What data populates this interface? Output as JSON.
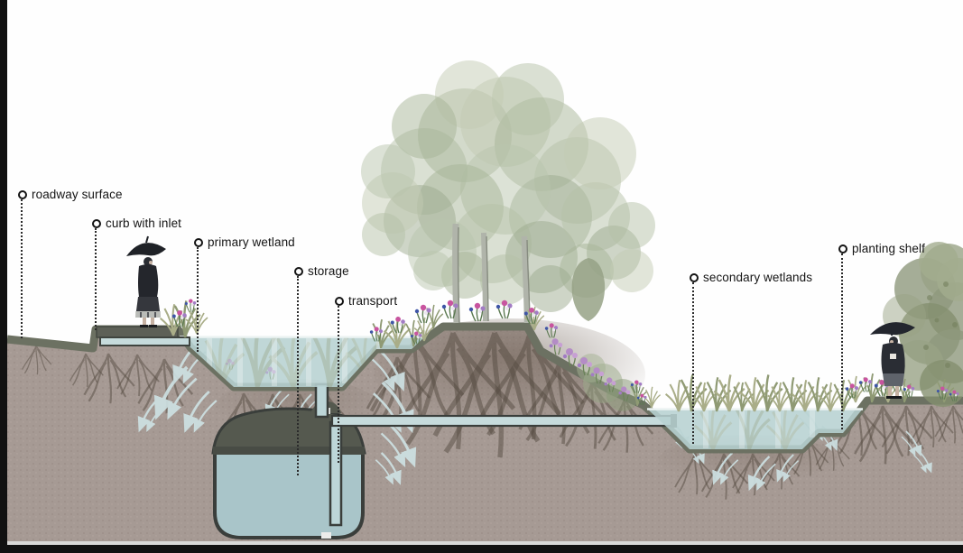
{
  "figure": {
    "kind": "stormwater wetland section diagram",
    "background": "white sky over soil cross-section"
  },
  "labels": [
    {
      "text": "roadway surface",
      "target": "roadway"
    },
    {
      "text": "curb with inlet",
      "target": "curb-inlet"
    },
    {
      "text": "primary wetland",
      "target": "primary-wetland"
    },
    {
      "text": "storage",
      "target": "storage-cistern"
    },
    {
      "text": "transport",
      "target": "transport-pipe"
    },
    {
      "text": "secondary wetlands",
      "target": "secondary-wetland"
    },
    {
      "text": "planting shelf",
      "target": "planting-shelf"
    }
  ],
  "palette": {
    "frame": "#111111",
    "soil": "#a69a94",
    "liner": "#6c7162",
    "water": "#b7d1d1",
    "pipe": "#c6dbdc",
    "tank_lid": "#55594f",
    "tank_water": "#a9c5c9",
    "infiltration_arrow": "#cfe3e5",
    "canopy_green": "#b6c1a8",
    "olive_green": "#8e997d",
    "flower_pink": "#c8549f",
    "flower_purple": "#a27cc4",
    "label_text": "#141414"
  }
}
